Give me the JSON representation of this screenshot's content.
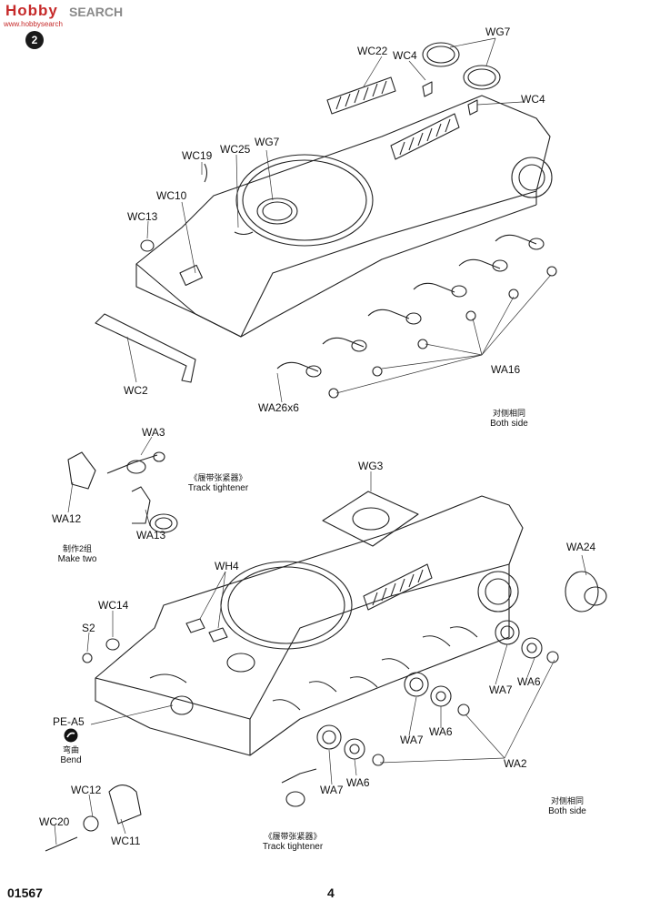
{
  "watermark": {
    "brand": "Hobby",
    "search": "SEARCH",
    "url": "www.hobbysearch"
  },
  "step_number": "2",
  "upper": {
    "labels": {
      "wc22": "WC22",
      "wc4_top": "WC4",
      "wg7_top": "WG7",
      "wc4_right": "WC4",
      "wc19": "WC19",
      "wc25": "WC25",
      "wg7_left": "WG7",
      "wc10": "WC10",
      "wc13": "WC13",
      "wc2": "WC2",
      "wa26x6": "WA26x6",
      "wa16": "WA16"
    },
    "both_side_cn": "对侧相同",
    "both_side_en": "Both side"
  },
  "middle": {
    "wa3": "WA3",
    "track_tightener_cn": "《履带张紧器》",
    "track_tightener_en": "Track tightener",
    "wa12": "WA12",
    "make_two_cn": "制作2组",
    "make_two_en": "Make two",
    "wa13": "WA13"
  },
  "lower": {
    "labels": {
      "wg3": "WG3",
      "wa24": "WA24",
      "wh4": "WH4",
      "wc14": "WC14",
      "s2": "S2",
      "pe_a5": "PE-A5",
      "wa7_a": "WA7",
      "wa6_a": "WA6",
      "wa7_b": "WA7",
      "wa6_b": "WA6",
      "wa7_c": "WA7",
      "wa6_c": "WA6",
      "wa2": "WA2",
      "wc12": "WC12",
      "wc20": "WC20",
      "wc11": "WC11"
    },
    "bend_cn": "弯曲",
    "bend_en": "Bend",
    "both_side_cn": "对侧相同",
    "both_side_en": "Both side",
    "track_tightener_cn": "《履带张紧器》",
    "track_tightener_en": "Track tightener"
  },
  "footer": {
    "kit_code": "01567",
    "page_number": "4"
  }
}
